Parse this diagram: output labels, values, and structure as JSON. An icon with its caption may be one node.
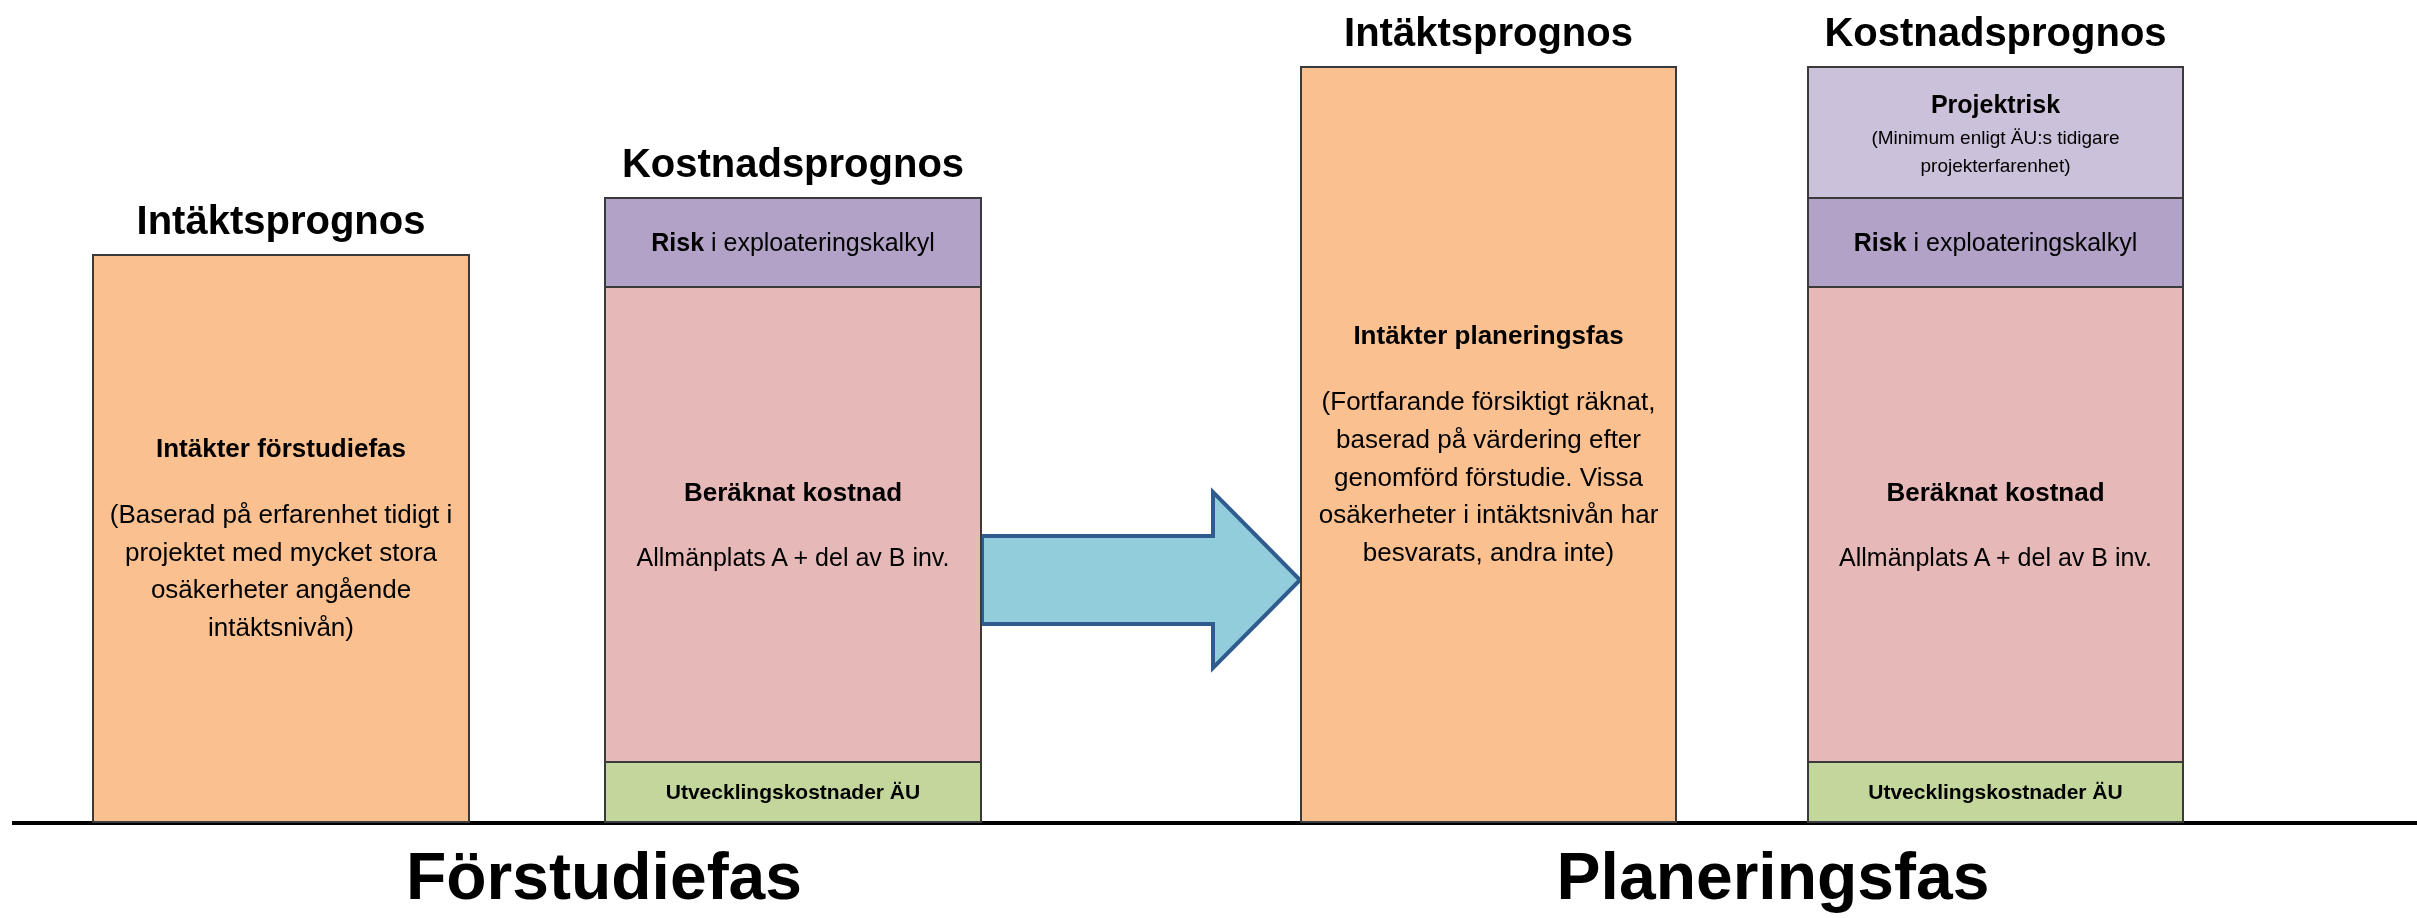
{
  "diagram": {
    "nodes": [
      {
        "text": [
          "Intäktsprognos",
          "Intäkter förstudiefas",
          "(Baserad på erfarenhet tidigt i projektet med mycket stora osäkerheter angående intäktsnivån)"
        ]
      },
      {
        "text": [
          "Kostnadsprognos"
        ]
      },
      {
        "text": [
          "**Risk** i exploateringskalkyl"
        ],
        "in": 1
      },
      {
        "text": [
          "Beräknat kostnad",
          "Allmänplats A + del av B inv."
        ],
        "in": 1
      },
      {
        "text": [
          "Utvecklingskostnader ÄU"
        ],
        "in": 1
      },
      {
        "text": [
          "Intäktsprognos",
          "Intäkter planeringsfas",
          "(Fortfarande försiktigt räknat, baserad på värdering efter genomförd förstudie. Vissa osäkerheter i intäktsnivån har besvarats, andra inte)"
        ]
      },
      {
        "text": [
          "Kostnadsprognos"
        ]
      },
      {
        "text": [
          "Projektrisk",
          "(Minimum enligt ÄU:s tidigare projekterfarenhet)"
        ],
        "in": 6
      },
      {
        "text": [
          "**Risk** i exploateringskalkyl"
        ],
        "in": 6
      },
      {
        "text": [
          "Beräknat kostnad",
          "Allmänplats A + del av B inv."
        ],
        "in": 6
      },
      {
        "text": [
          "Utvecklingskostnader ÄU"
        ],
        "in": 6
      }
    ],
    "edges": [
      {
        "from": 1,
        "to": 5,
        "arrow": "to"
      }
    ],
    "labels": [
      "Förstudiefas",
      "Planeringsfas"
    ]
  }
}
